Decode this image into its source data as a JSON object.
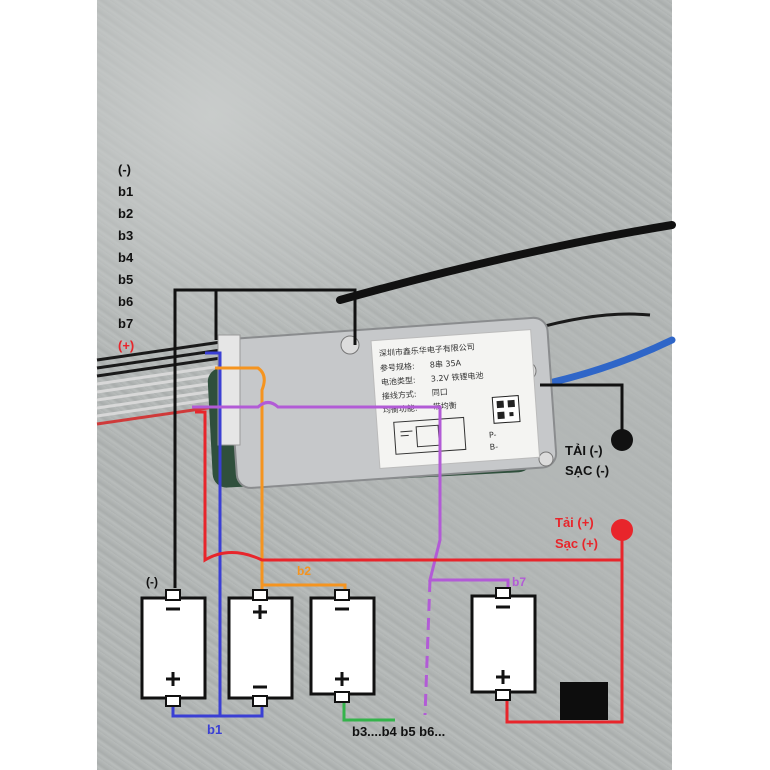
{
  "wire_labels": [
    "(-)",
    "b1",
    "b2",
    "b3",
    "b4",
    "b5",
    "b6",
    "b7",
    "(+)"
  ],
  "load_charge_neg": {
    "line1": "TẢI (-)",
    "line2": "SẠC (-)"
  },
  "load_charge_pos": {
    "line1": "Tải (+)",
    "line2": "Sạc (+)"
  },
  "cell_labels": {
    "neg_terminal": "(-)",
    "b1_mid": "b2",
    "b7_top": "b7",
    "b1_bottom": "b1",
    "bottom_chain": "b3....b4 b5 b6..."
  },
  "bms_label": {
    "company": "深圳市鑫乐华电子有限公司",
    "model_key": "参号规格:",
    "model_val": "8串  35A",
    "cell_key": "电池类型:",
    "cell_val": "3.2V  铁锂电池",
    "wiring_key": "接线方式:",
    "wiring_val": "同口",
    "balance_key": "均衡功能:",
    "balance_val": "带均衡",
    "port_neg": "P-",
    "port_pos": "B-"
  },
  "colors": {
    "black": "#111111",
    "blue": "#3a3fd4",
    "orange": "#f5941f",
    "purple": "#b25bd6",
    "green": "#34b34a",
    "red": "#e8252b"
  }
}
